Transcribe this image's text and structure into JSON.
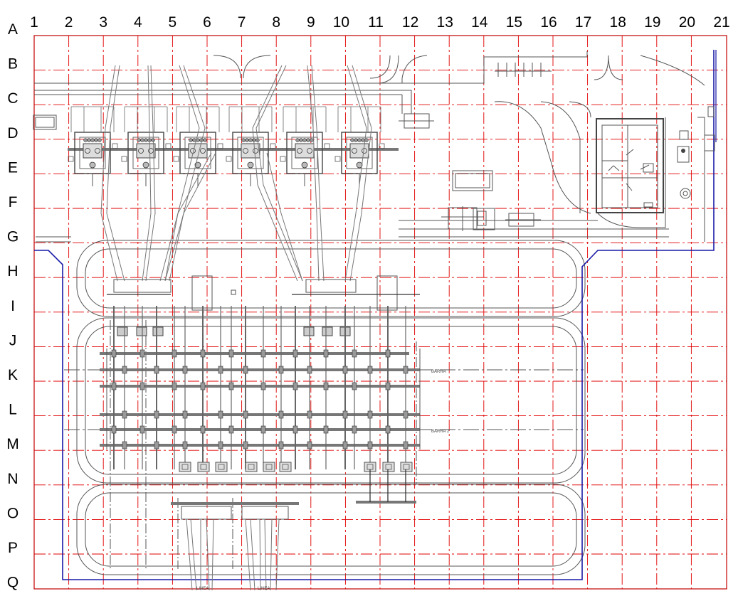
{
  "grid": {
    "columns": [
      "1",
      "2",
      "3",
      "4",
      "5",
      "6",
      "7",
      "8",
      "9",
      "10",
      "11",
      "12",
      "13",
      "14",
      "15",
      "16",
      "17",
      "18",
      "19",
      "20",
      "21"
    ],
    "rows": [
      "A",
      "B",
      "C",
      "D",
      "E",
      "F",
      "G",
      "H",
      "I",
      "J",
      "K",
      "L",
      "M",
      "N",
      "O",
      "P",
      "Q"
    ],
    "line_color": "#e00000",
    "axis_color": "#c00000"
  },
  "annotations": {
    "barra_upper": "BARRA",
    "barra_lower": "BARRA 2",
    "line_left": "LINEA",
    "line_right": "LINEA"
  },
  "colors": {
    "boundary": "#1a1aa8",
    "equipment": "#555555"
  }
}
